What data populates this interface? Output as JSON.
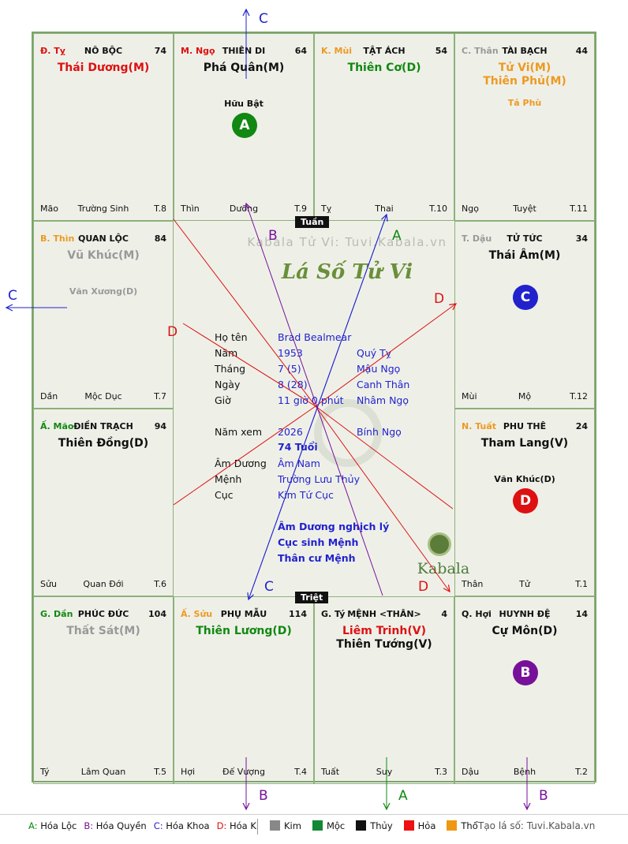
{
  "colors": {
    "green": "#118811",
    "red": "#dd1111",
    "blue": "#2222cc",
    "purple": "#771199",
    "orange": "#ee9922",
    "gray": "#999999",
    "black": "#111111"
  },
  "palaces": [
    {
      "id": "ty",
      "can": "Đ. Tỵ",
      "can_color": "#dd1111",
      "cung": "NÔ BỘC",
      "num": "74",
      "stars": [
        {
          "text": "Thái Dương(M)",
          "color": "#dd1111"
        }
      ],
      "minor": [],
      "foot": {
        "left": "Mão",
        "center": "Trường Sinh",
        "right": "T.8"
      }
    },
    {
      "id": "ngo",
      "can": "M. Ngọ",
      "can_color": "#dd1111",
      "cung": "THIÊN DI",
      "num": "64",
      "stars": [
        {
          "text": "Phá Quân(M)",
          "color": "#111111"
        }
      ],
      "minor": [
        {
          "text": "Hữu Bật",
          "color": "#111111"
        }
      ],
      "badge": {
        "letter": "A",
        "color": "#118811"
      },
      "foot": {
        "left": "Thìn",
        "center": "Dưỡng",
        "right": "T.9"
      }
    },
    {
      "id": "mui",
      "can": "K. Mùi",
      "can_color": "#ee9922",
      "cung": "TẬT ÁCH",
      "num": "54",
      "stars": [
        {
          "text": "Thiên Cơ(D)",
          "color": "#118811"
        }
      ],
      "minor": [],
      "foot": {
        "left": "Tỵ",
        "center": "Thai",
        "right": "T.10"
      }
    },
    {
      "id": "than",
      "can": "C. Thân",
      "can_color": "#999999",
      "cung": "TÀI BẠCH",
      "num": "44",
      "stars": [
        {
          "text": "Tử Vi(M)",
          "color": "#ee9922"
        },
        {
          "text": "Thiên Phủ(M)",
          "color": "#ee9922"
        }
      ],
      "minor": [
        {
          "text": "Tả Phù",
          "color": "#ee9922"
        }
      ],
      "foot": {
        "left": "Ngọ",
        "center": "Tuyệt",
        "right": "T.11"
      }
    },
    {
      "id": "thin",
      "can": "B. Thìn",
      "can_color": "#ee9922",
      "cung": "QUAN LỘC",
      "num": "84",
      "stars": [
        {
          "text": "Vũ Khúc(M)",
          "color": "#999999"
        }
      ],
      "minor": [
        {
          "text": "Văn Xương(D)",
          "color": "#999999"
        }
      ],
      "foot": {
        "left": "Dần",
        "center": "Mộc Dục",
        "right": "T.7"
      }
    },
    {
      "id": "dau",
      "can": "T. Dậu",
      "can_color": "#999999",
      "cung": "TỬ TỨC",
      "num": "34",
      "stars": [
        {
          "text": "Thái Âm(M)",
          "color": "#111111"
        }
      ],
      "minor": [],
      "badge": {
        "letter": "C",
        "color": "#2222cc"
      },
      "foot": {
        "left": "Mùi",
        "center": "Mộ",
        "right": "T.12"
      }
    },
    {
      "id": "mao",
      "can": "Ấ. Mão",
      "can_color": "#118811",
      "cung": "ĐIỀN TRẠCH",
      "num": "94",
      "stars": [
        {
          "text": "Thiên Đồng(D)",
          "color": "#111111"
        }
      ],
      "minor": [],
      "foot": {
        "left": "Sửu",
        "center": "Quan Đới",
        "right": "T.6"
      }
    },
    {
      "id": "tuat",
      "can": "N. Tuất",
      "can_color": "#ee9922",
      "cung": "PHU THÊ",
      "num": "24",
      "stars": [
        {
          "text": "Tham Lang(V)",
          "color": "#111111"
        }
      ],
      "minor": [
        {
          "text": "Văn Khúc(D)",
          "color": "#111111"
        }
      ],
      "badge": {
        "letter": "D",
        "color": "#dd1111"
      },
      "foot": {
        "left": "Thân",
        "center": "Tử",
        "right": "T.1"
      }
    },
    {
      "id": "dan",
      "can": "G. Dần",
      "can_color": "#118811",
      "cung": "PHÚC ĐỨC",
      "num": "104",
      "stars": [
        {
          "text": "Thất Sát(M)",
          "color": "#999999"
        }
      ],
      "minor": [],
      "foot": {
        "left": "Tý",
        "center": "Lâm Quan",
        "right": "T.5"
      }
    },
    {
      "id": "suu",
      "can": "Ấ. Sửu",
      "can_color": "#ee9922",
      "cung": "PHỤ MẪU",
      "num": "114",
      "stars": [
        {
          "text": "Thiên Lương(D)",
          "color": "#118811"
        }
      ],
      "minor": [],
      "foot": {
        "left": "Hợi",
        "center": "Đế Vượng",
        "right": "T.4"
      }
    },
    {
      "id": "tyy",
      "can": "G. Tý",
      "can_color": "#111111",
      "cung": "MỆNH <THÂN>",
      "num": "4",
      "stars": [
        {
          "text": "Liêm Trinh(V)",
          "color": "#dd1111"
        },
        {
          "text": "Thiên Tướng(V)",
          "color": "#111111"
        }
      ],
      "minor": [],
      "foot": {
        "left": "Tuất",
        "center": "Suy",
        "right": "T.3"
      }
    },
    {
      "id": "hoi",
      "can": "Q. Hợi",
      "can_color": "#111111",
      "cung": "HUYNH ĐỆ",
      "num": "14",
      "stars": [
        {
          "text": "Cự Môn(D)",
          "color": "#111111"
        }
      ],
      "minor": [],
      "badge": {
        "letter": "B",
        "color": "#771199"
      },
      "foot": {
        "left": "Dậu",
        "center": "Bệnh",
        "right": "T.2"
      }
    }
  ],
  "center": {
    "watermark": "Kabala Tử Vi: Tuvi.Kabala.vn",
    "logo_text": "Lá Số Tử Vi",
    "tuan": "Tuần",
    "triet": "Triệt",
    "brand": "Kabala",
    "rows": [
      {
        "label": "Họ tên",
        "v1": "Brad Bealmear",
        "v2": ""
      },
      {
        "label": "Năm",
        "v1": "1953",
        "v2": "Quý Tỵ"
      },
      {
        "label": "Tháng",
        "v1": "7  (5)",
        "v2": "Mậu Ngọ"
      },
      {
        "label": "Ngày",
        "v1": "8  (28)",
        "v2": "Canh Thân"
      },
      {
        "label": "Giờ",
        "v1": "11 giờ 0 phút",
        "v2": "Nhâm Ngọ"
      },
      {
        "label": "Năm xem",
        "v1": "2026",
        "v2": "Bính Ngọ"
      },
      {
        "label": "",
        "v1": "74 Tuổi",
        "v2": ""
      },
      {
        "label": "Âm Dương",
        "v1": "Âm Nam",
        "v2": ""
      },
      {
        "label": "Mệnh",
        "v1": "Trường Lưu Thủy",
        "v2": ""
      },
      {
        "label": "Cục",
        "v1": "Kim Tứ Cục",
        "v2": ""
      }
    ],
    "notes": [
      "Âm Dương nghịch lý",
      "Cục sinh Mệnh",
      "Thân cư Mệnh"
    ]
  },
  "arrow_labels": [
    "C",
    "C",
    "D",
    "B",
    "A",
    "D",
    "C",
    "D",
    "B",
    "A",
    "B"
  ],
  "legend": {
    "hoa": [
      {
        "key": "A",
        "text": "Hóa Lộc",
        "color": "#118811"
      },
      {
        "key": "B",
        "text": "Hóa Quyền",
        "color": "#771199"
      },
      {
        "key": "C",
        "text": "Hóa Khoa",
        "color": "#2222cc"
      },
      {
        "key": "D",
        "text": "Hóa Kị",
        "color": "#dd1111"
      }
    ],
    "elements": [
      {
        "text": "Kim",
        "color": "#888888"
      },
      {
        "text": "Mộc",
        "color": "#118833"
      },
      {
        "text": "Thủy",
        "color": "#111111"
      },
      {
        "text": "Hỏa",
        "color": "#ee1111"
      },
      {
        "text": "Thổ",
        "color": "#ee9911"
      }
    ],
    "credit": "Tạo lá số: Tuvi.Kabala.vn"
  }
}
